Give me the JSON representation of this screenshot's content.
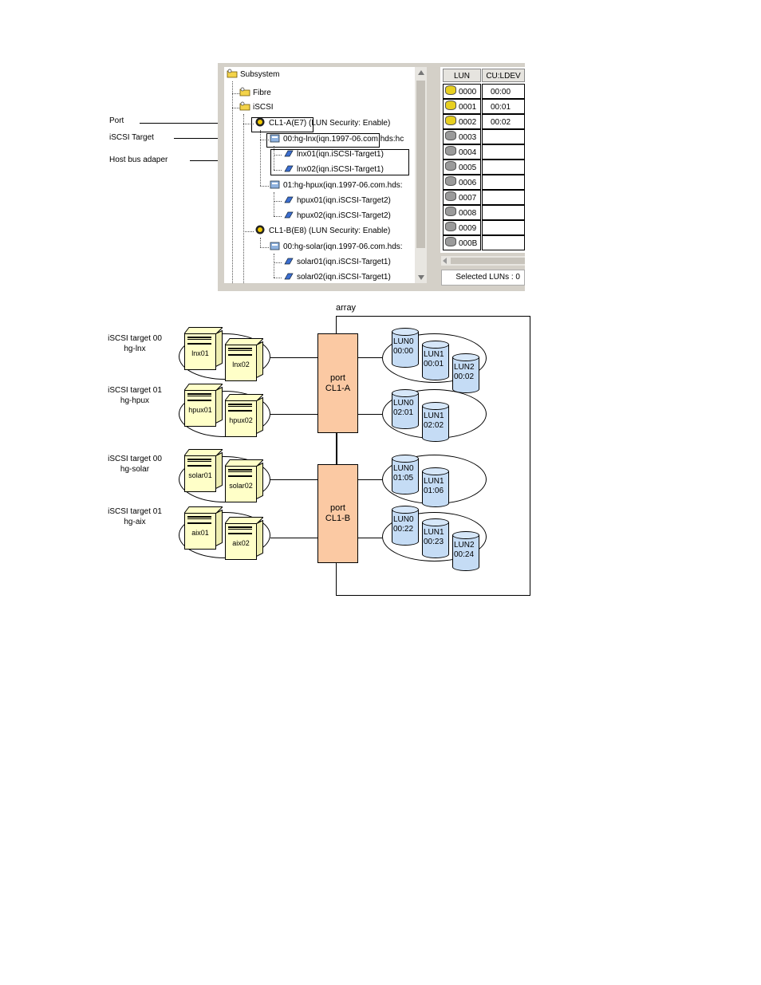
{
  "callouts": {
    "port": "Port",
    "iscsi_target": "iSCSI Target",
    "host_bus_adapter": "Host bus adaper"
  },
  "tree": {
    "nodes": [
      {
        "label": "Subsystem",
        "icon": "folder-key-icon"
      },
      {
        "label": "Fibre",
        "icon": "folder-key-icon"
      },
      {
        "label": "iSCSI",
        "icon": "folder-key-icon"
      },
      {
        "label": "CL1-A(E7) (LUN Security: Enable)",
        "icon": "port-icon"
      },
      {
        "label": "00:hg-lnx(iqn.1997-06.com.hds:hc",
        "icon": "host-group-icon"
      },
      {
        "label": "lnx01(iqn.iSCSI-Target1)",
        "icon": "hba-icon"
      },
      {
        "label": "lnx02(iqn.iSCSI-Target1)",
        "icon": "hba-icon"
      },
      {
        "label": "01:hg-hpux(iqn.1997-06.com.hds:",
        "icon": "host-group-icon"
      },
      {
        "label": "hpux01(iqn.iSCSI-Target2)",
        "icon": "hba-icon"
      },
      {
        "label": "hpux02(iqn.iSCSI-Target2)",
        "icon": "hba-icon"
      },
      {
        "label": "CL1-B(E8) (LUN Security: Enable)",
        "icon": "port-icon"
      },
      {
        "label": "00:hg-solar(iqn.1997-06.com.hds:",
        "icon": "host-group-icon"
      },
      {
        "label": "solar01(iqn.iSCSI-Target1)",
        "icon": "hba-icon"
      },
      {
        "label": "solar02(iqn.iSCSI-Target1)",
        "icon": "hba-icon"
      }
    ]
  },
  "lun_table": {
    "headers": [
      "LUN",
      "CU:LDEV"
    ],
    "rows": [
      {
        "lun": "0000",
        "ldev": "00:00",
        "state": "assigned"
      },
      {
        "lun": "0001",
        "ldev": "00:01",
        "state": "assigned"
      },
      {
        "lun": "0002",
        "ldev": "00:02",
        "state": "assigned"
      },
      {
        "lun": "0003",
        "ldev": "",
        "state": "free"
      },
      {
        "lun": "0004",
        "ldev": "",
        "state": "free"
      },
      {
        "lun": "0005",
        "ldev": "",
        "state": "free"
      },
      {
        "lun": "0006",
        "ldev": "",
        "state": "free"
      },
      {
        "lun": "0007",
        "ldev": "",
        "state": "free"
      },
      {
        "lun": "0008",
        "ldev": "",
        "state": "free"
      },
      {
        "lun": "0009",
        "ldev": "",
        "state": "free"
      },
      {
        "lun": "000B",
        "ldev": "",
        "state": "free"
      }
    ],
    "selected_luns": "Selected LUNs : 0"
  },
  "colors": {
    "port_fill": "#fbc9a3",
    "server_fill": "#ffffc8",
    "lun_fill": "#c5dcf5",
    "assigned_disk": "#e8d020",
    "free_disk": "#9a9a9a"
  },
  "diagram": {
    "array_label": "array",
    "ports": [
      {
        "word": "port",
        "name": "CL1-A"
      },
      {
        "word": "port",
        "name": "CL1-B"
      }
    ],
    "groups": [
      {
        "line1": "iSCSI target 00",
        "line2": "hg-lnx",
        "servers": [
          "lnx01",
          "lnx02"
        ]
      },
      {
        "line1": "iSCSI target 01",
        "line2": "hg-hpux",
        "servers": [
          "hpux01",
          "hpux02"
        ]
      },
      {
        "line1": "iSCSI target 00",
        "line2": "hg-solar",
        "servers": [
          "solar01",
          "solar02"
        ]
      },
      {
        "line1": "iSCSI target 01",
        "line2": "hg-aix",
        "servers": [
          "aix01",
          "aix02"
        ]
      }
    ],
    "lun_groups": [
      [
        {
          "lun": "LUN0",
          "ldev": "00:00"
        },
        {
          "lun": "LUN1",
          "ldev": "00:01"
        },
        {
          "lun": "LUN2",
          "ldev": "00:02"
        }
      ],
      [
        {
          "lun": "LUN0",
          "ldev": "02:01"
        },
        {
          "lun": "LUN1",
          "ldev": "02:02"
        }
      ],
      [
        {
          "lun": "LUN0",
          "ldev": "01:05"
        },
        {
          "lun": "LUN1",
          "ldev": "01:06"
        }
      ],
      [
        {
          "lun": "LUN0",
          "ldev": "00:22"
        },
        {
          "lun": "LUN1",
          "ldev": "00:23"
        },
        {
          "lun": "LUN2",
          "ldev": "00:24"
        }
      ]
    ]
  }
}
